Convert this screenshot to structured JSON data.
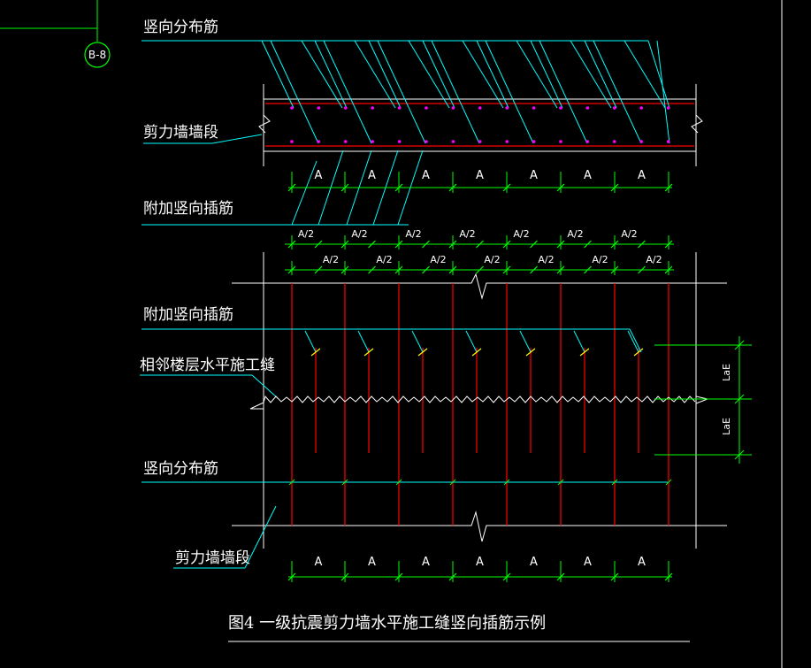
{
  "axis_label": "B-8",
  "labels": {
    "vertical_dist_bar_top": "竖向分布筋",
    "shear_wall_segment_top": "剪力墙墙段",
    "additional_bar_top": "附加竖向插筋",
    "additional_bar_bottom": "附加竖向插筋",
    "construction_joint": "相邻楼层水平施工缝",
    "vertical_dist_bar_bottom": "竖向分布筋",
    "shear_wall_segment_bottom": "剪力墙墙段"
  },
  "dims": {
    "spacing_A": "A",
    "half_spacing": "A/2",
    "anchor_length": "LaE"
  },
  "caption": "图4  一级抗震剪力墙水平施工缝竖向插筋示例",
  "colors": {
    "background": "#000000",
    "leader_cyan": "#00ffff",
    "wall_red": "#ff0000",
    "dim_green": "#00ff00",
    "bar_magenta": "#ff00ff",
    "text_white": "#ffffff",
    "yellow_hook": "#ffff00"
  }
}
